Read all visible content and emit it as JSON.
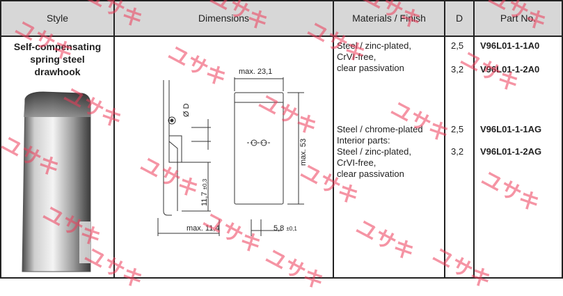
{
  "header": {
    "style": "Style",
    "dimensions": "Dimensions",
    "materials": "Materials / Finish",
    "d": "D",
    "part_no": "Part No."
  },
  "row": {
    "style_lines": [
      "Self-compensating",
      "spring steel",
      "drawhook"
    ],
    "material_a": [
      "Steel / zinc-plated,",
      "CrVI-free,",
      "clear passivation"
    ],
    "material_b": [
      "Steel / chrome-plated",
      "Interior parts:",
      "Steel / zinc-plated,",
      "CrVI-free,",
      "clear passivation"
    ],
    "d_values": [
      "2,5",
      "3,2",
      "2,5",
      "3,2"
    ],
    "part_numbers": [
      "V96L01-1-1A0",
      "V96L01-1-2A0",
      "V96L01-1-1AG",
      "V96L01-1-2AG"
    ]
  },
  "drawing": {
    "max_width": "max. 23,1",
    "diameter": "Ø D",
    "max_height": "max. 53",
    "height": "11,7",
    "height_tol": "±0,3",
    "max_depth": "max. 11,4",
    "offset": "5,8",
    "offset_tol": "±0,1"
  },
  "watermark": "ユサキ",
  "colors": {
    "header_bg": "#d7d7d7",
    "watermark": "#ec3c5a"
  }
}
